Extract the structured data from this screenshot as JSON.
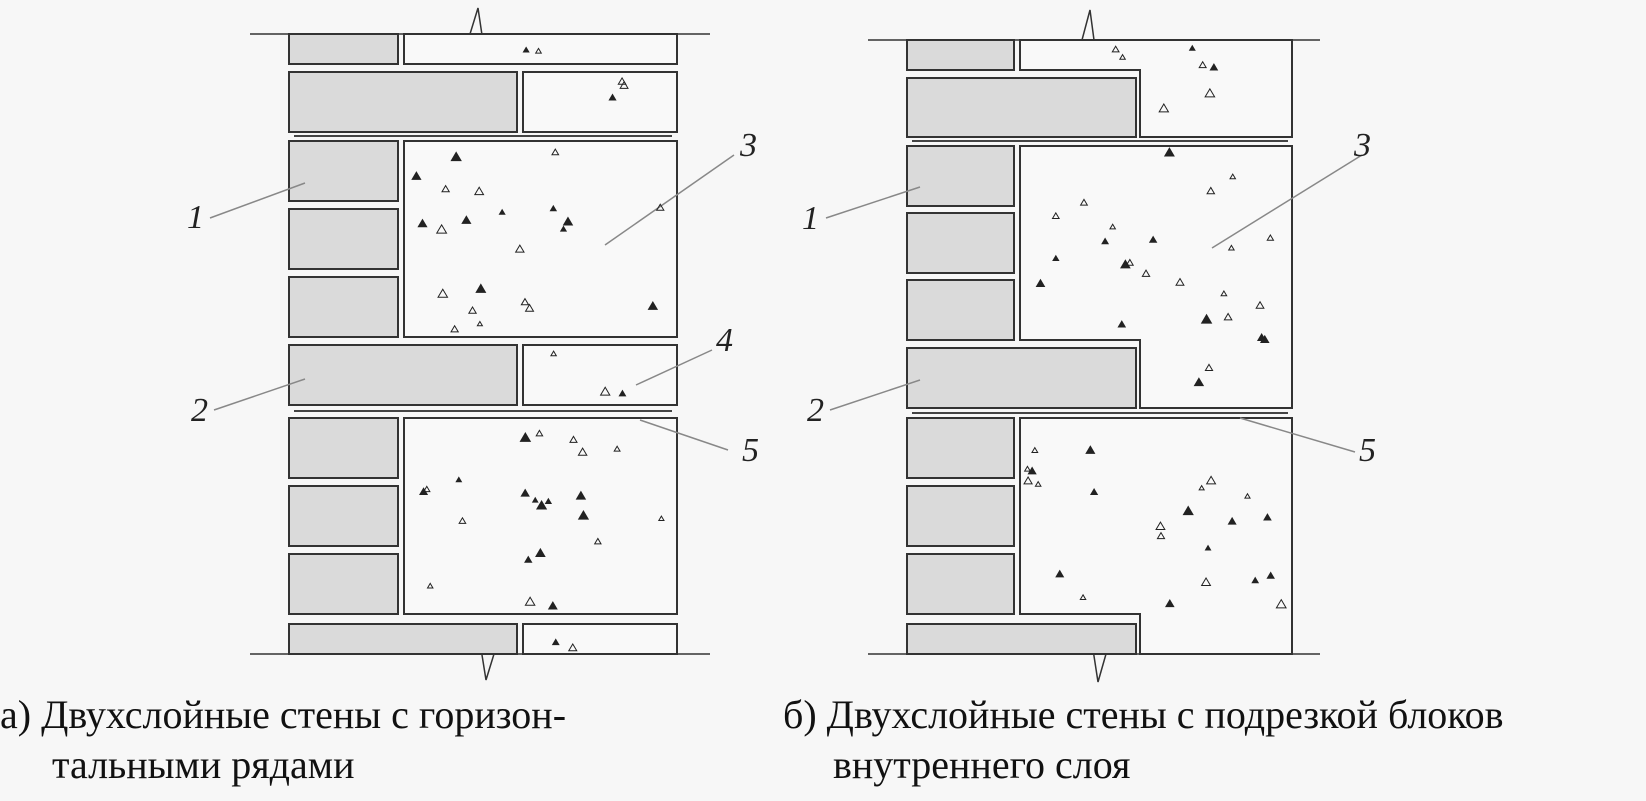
{
  "diagram_a": {
    "callouts": [
      "1",
      "2",
      "3",
      "4",
      "5"
    ],
    "caption": {
      "marker": "а)",
      "line1": "Двухслойные стены с горизон-",
      "line2": "тальными рядами"
    }
  },
  "diagram_b": {
    "callouts": [
      "1",
      "2",
      "3",
      "5"
    ],
    "caption": {
      "marker": "б)",
      "line1": "Двухслойные стены с подрезкой блоков",
      "line2": "внутреннего слоя"
    }
  },
  "colors": {
    "background": "#f7f7f7",
    "brick_fill": "#dadada",
    "block_fill": "#f9f9f9",
    "outline": "#333333",
    "mesh": "#444444",
    "leader": "#888888"
  }
}
